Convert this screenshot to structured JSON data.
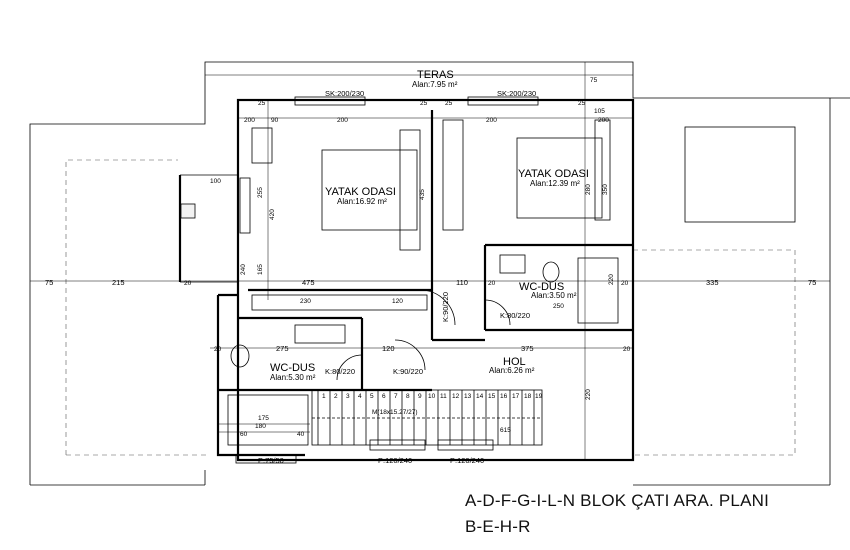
{
  "rooms": {
    "teras": {
      "name": "TERAS",
      "area": "Alan:7.95 m²"
    },
    "yatak1": {
      "name": "YATAK ODASI",
      "area": "Alan:16.92 m²"
    },
    "yatak2": {
      "name": "YATAK ODASI",
      "area": "Alan:12.39 m²"
    },
    "wc1": {
      "name": "WC-DUS",
      "area": "Alan:3.50 m²"
    },
    "wc2": {
      "name": "WC-DUS",
      "area": "Alan:5.30 m²"
    },
    "hol": {
      "name": "HOL",
      "area": "Alan:6.26 m²"
    }
  },
  "openings": {
    "sk1": "SK:200/230",
    "sk2": "SK:200/230",
    "k_80_220_a": "K:80/220",
    "k_80_220_b": "K:80/220",
    "k_90_220_a": "K:90/220",
    "k_90_220_b": "K:90/220",
    "p_75_50": "P:75/50",
    "p_120_240_a": "P:120/240",
    "p_120_240_b": "P:120/240"
  },
  "stair": {
    "label": "M(18x15.27/27)",
    "steps_top": [
      "1",
      "2",
      "3",
      "4",
      "5",
      "6",
      "7",
      "8",
      "9",
      "10",
      "11",
      "12",
      "13",
      "14",
      "15",
      "16",
      "17",
      "18",
      "19"
    ],
    "mark": "615"
  },
  "dims": {
    "d75_left": "75",
    "d215": "215",
    "d20_a": "20",
    "d475": "475",
    "d110": "110",
    "d20_b": "20",
    "d335": "335",
    "d20_c": "20",
    "d75_right": "75",
    "d200_a": "200",
    "d200_b": "200",
    "d200_c": "200",
    "d200_d": "200",
    "d90": "90",
    "d25_a": "25",
    "d25_b": "25",
    "d25_c": "25",
    "d25_d": "25",
    "d105": "105",
    "d100": "100",
    "d420": "420",
    "d435": "435",
    "d255": "255",
    "d280": "280",
    "d350": "350",
    "d230": "230",
    "d120_a": "120",
    "d250": "250",
    "d275": "275",
    "d120_b": "120",
    "d375": "375",
    "d220_a": "220",
    "d220_b": "220",
    "d20_d": "20",
    "d20_e": "20",
    "d180": "180",
    "d60": "60",
    "d175": "175",
    "d40": "40",
    "d75_top": "75",
    "d165": "165",
    "d240": "240"
  },
  "title": {
    "line1": "A-D-F-G-I-L-N BLOK ÇATI ARA. PLANI",
    "line2": "B-E-H-R"
  }
}
